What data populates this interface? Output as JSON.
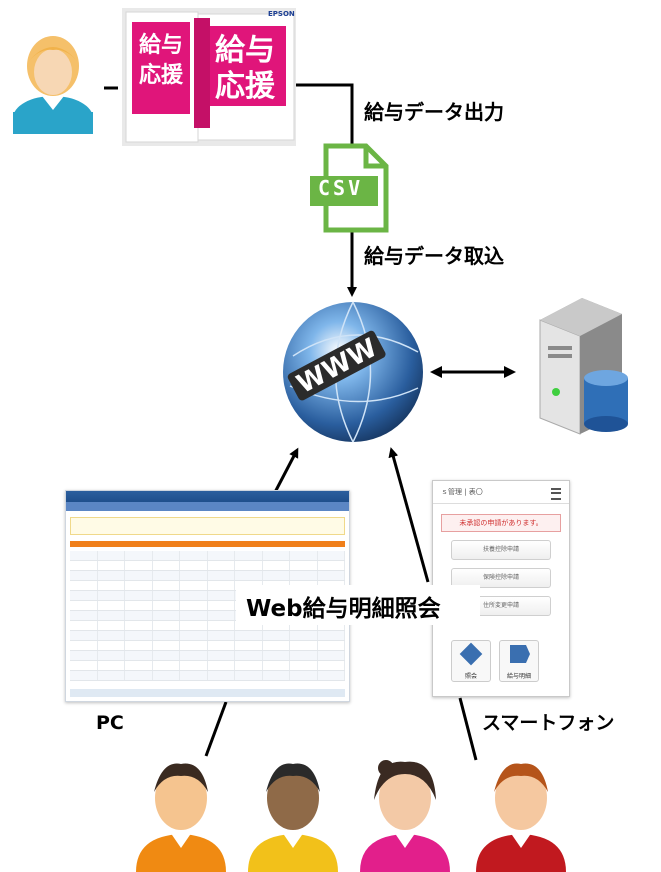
{
  "labels": {
    "export": "給与データ出力",
    "import": "給与データ取込",
    "web": "Web給与明細照会",
    "pc": "PC",
    "smartphone": "スマートフォン"
  },
  "product": {
    "brand": "EPSON",
    "box_text": "給与応援",
    "box_text_vertical": "給与応援"
  },
  "csv_icon": {
    "text": "CSV"
  },
  "phone_screen": {
    "header": "ｓ管理 | 表〇",
    "alert": "未承認の申請があります。",
    "buttons": [
      "扶養控除申請",
      "保険控除申請",
      "住所変更申請"
    ],
    "tiles": [
      "照会",
      "給与明細"
    ]
  },
  "colors": {
    "csv_green": "#6bb545",
    "globe_blue": "#2f6fb7",
    "product_pink": "#e0157a",
    "arrow": "#000000"
  },
  "icons": [
    "woman-user-icon",
    "csv-file-icon",
    "globe-www-icon",
    "server-database-icon",
    "employee-icon"
  ]
}
